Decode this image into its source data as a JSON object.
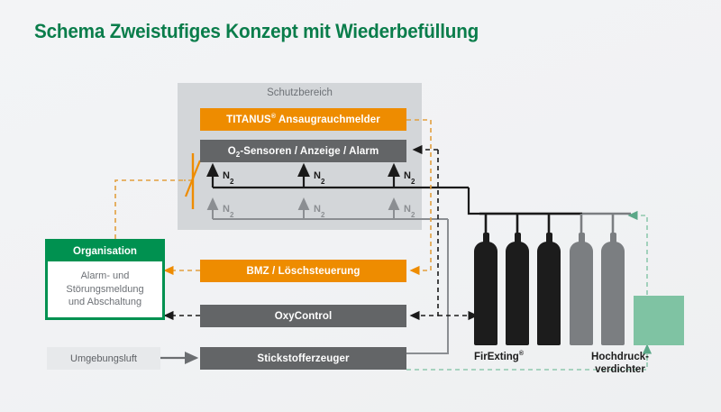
{
  "title": "Schema Zweistufiges Konzept mit Wiederbefüllung",
  "colors": {
    "background": "#f1f2f4",
    "title_green": "#0a7d4b",
    "accent_orange": "#ee8c00",
    "accent_gray": "#636567",
    "organisation_green": "#009150",
    "compressor_green": "#7fc3a3",
    "panel_gray": "#d3d6d9",
    "cylinder_black": "#1c1c1c",
    "cylinder_gray": "#7b7e81"
  },
  "protected_area": {
    "label": "Schutzbereich",
    "bars": [
      {
        "id": "titanus",
        "label_pre": "TITANUS",
        "label_sup": "®",
        "label_post": " Ansaugrauchmelder",
        "style": "orange"
      },
      {
        "id": "o2-sensors",
        "label_pre": "O",
        "label_sub": "2",
        "label_post": "-Sensoren / Anzeige / Alarm",
        "style": "gray"
      }
    ],
    "nitrogen_rows": [
      {
        "id": "primary-flood",
        "tone": "dark",
        "labels": [
          "N2",
          "N2",
          "N2"
        ]
      },
      {
        "id": "secondary-flood",
        "tone": "light",
        "labels": [
          "N2",
          "N2",
          "N2"
        ]
      }
    ],
    "nitrogen_label_text": "N",
    "nitrogen_label_sub": "2",
    "valve_name": "flow-valve"
  },
  "organisation": {
    "header": "Organisation",
    "body_lines": [
      "Alarm- und",
      "Störungsmeldung",
      "und Abschaltung"
    ]
  },
  "control_bars": [
    {
      "id": "bmz",
      "label": "BMZ / Löschsteuerung",
      "style": "orange"
    },
    {
      "id": "oxycontrol",
      "label": "OxyControl",
      "style": "gray"
    },
    {
      "id": "stickstofferzeuger",
      "label": "Stickstofferzeuger",
      "style": "gray"
    }
  ],
  "ambient_air": {
    "label": "Umgebungsluft"
  },
  "cylinder_bank": {
    "caption_pre": "FirExting",
    "caption_sup": "®",
    "cylinders": [
      {
        "id": "cyl-1",
        "tone": "black"
      },
      {
        "id": "cyl-2",
        "tone": "black"
      },
      {
        "id": "cyl-3",
        "tone": "black"
      },
      {
        "id": "cyl-4",
        "tone": "grey"
      },
      {
        "id": "cyl-5",
        "tone": "grey"
      }
    ]
  },
  "compressor": {
    "caption_line1": "Hochdruck-",
    "caption_line2": "verdichter"
  }
}
